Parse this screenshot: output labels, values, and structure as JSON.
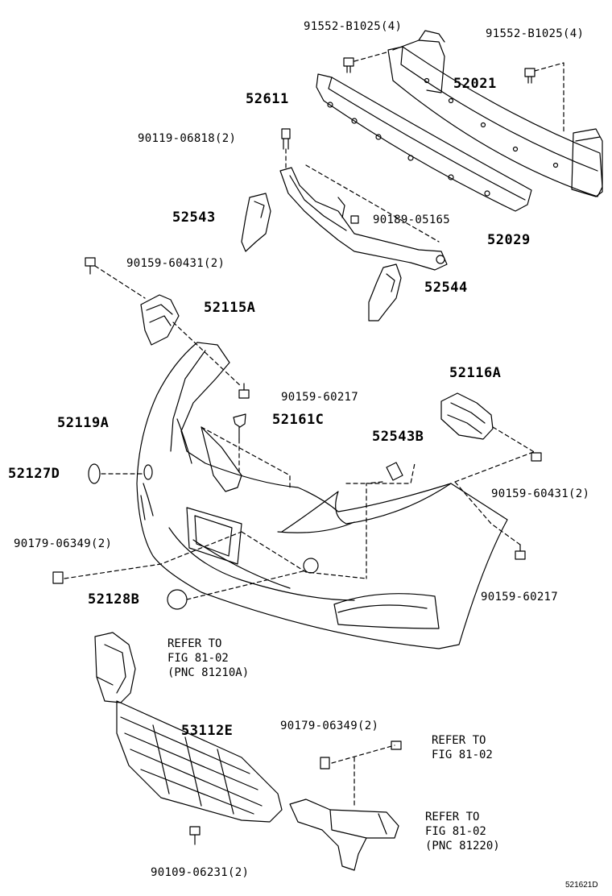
{
  "labels": {
    "f_91552_left": "91552-B1025(4)",
    "f_91552_right": "91552-B1025(4)",
    "p_52021": "52021",
    "p_52611": "52611",
    "f_90119": "90119-06818(2)",
    "p_52543": "52543",
    "f_90189": "90189-05165",
    "p_52029": "52029",
    "f_90159_60431_top": "90159-60431(2)",
    "p_52544": "52544",
    "p_52115A": "52115A",
    "p_52116A": "52116A",
    "f_90159_60217_top": "90159-60217",
    "p_52119A": "52119A",
    "p_52161C": "52161C",
    "p_52543B": "52543B",
    "p_52127D": "52127D",
    "f_90159_60431_right": "90159-60431(2)",
    "f_90179_left": "90179-06349(2)",
    "p_52128B": "52128B",
    "f_90159_60217_right": "90159-60217",
    "p_53112E": "53112E",
    "f_90179_lower": "90179-06349(2)",
    "f_90109": "90109-06231(2)",
    "diagram_code": "521621D"
  },
  "refs": {
    "fog_upper": [
      "REFER TO",
      "FIG 81-02",
      "(PNC 81210A)"
    ],
    "screw_right": [
      "REFER TO",
      "FIG 81-02"
    ],
    "fog_lower": [
      "REFER TO",
      "FIG 81-02",
      "(PNC 81220)"
    ]
  }
}
